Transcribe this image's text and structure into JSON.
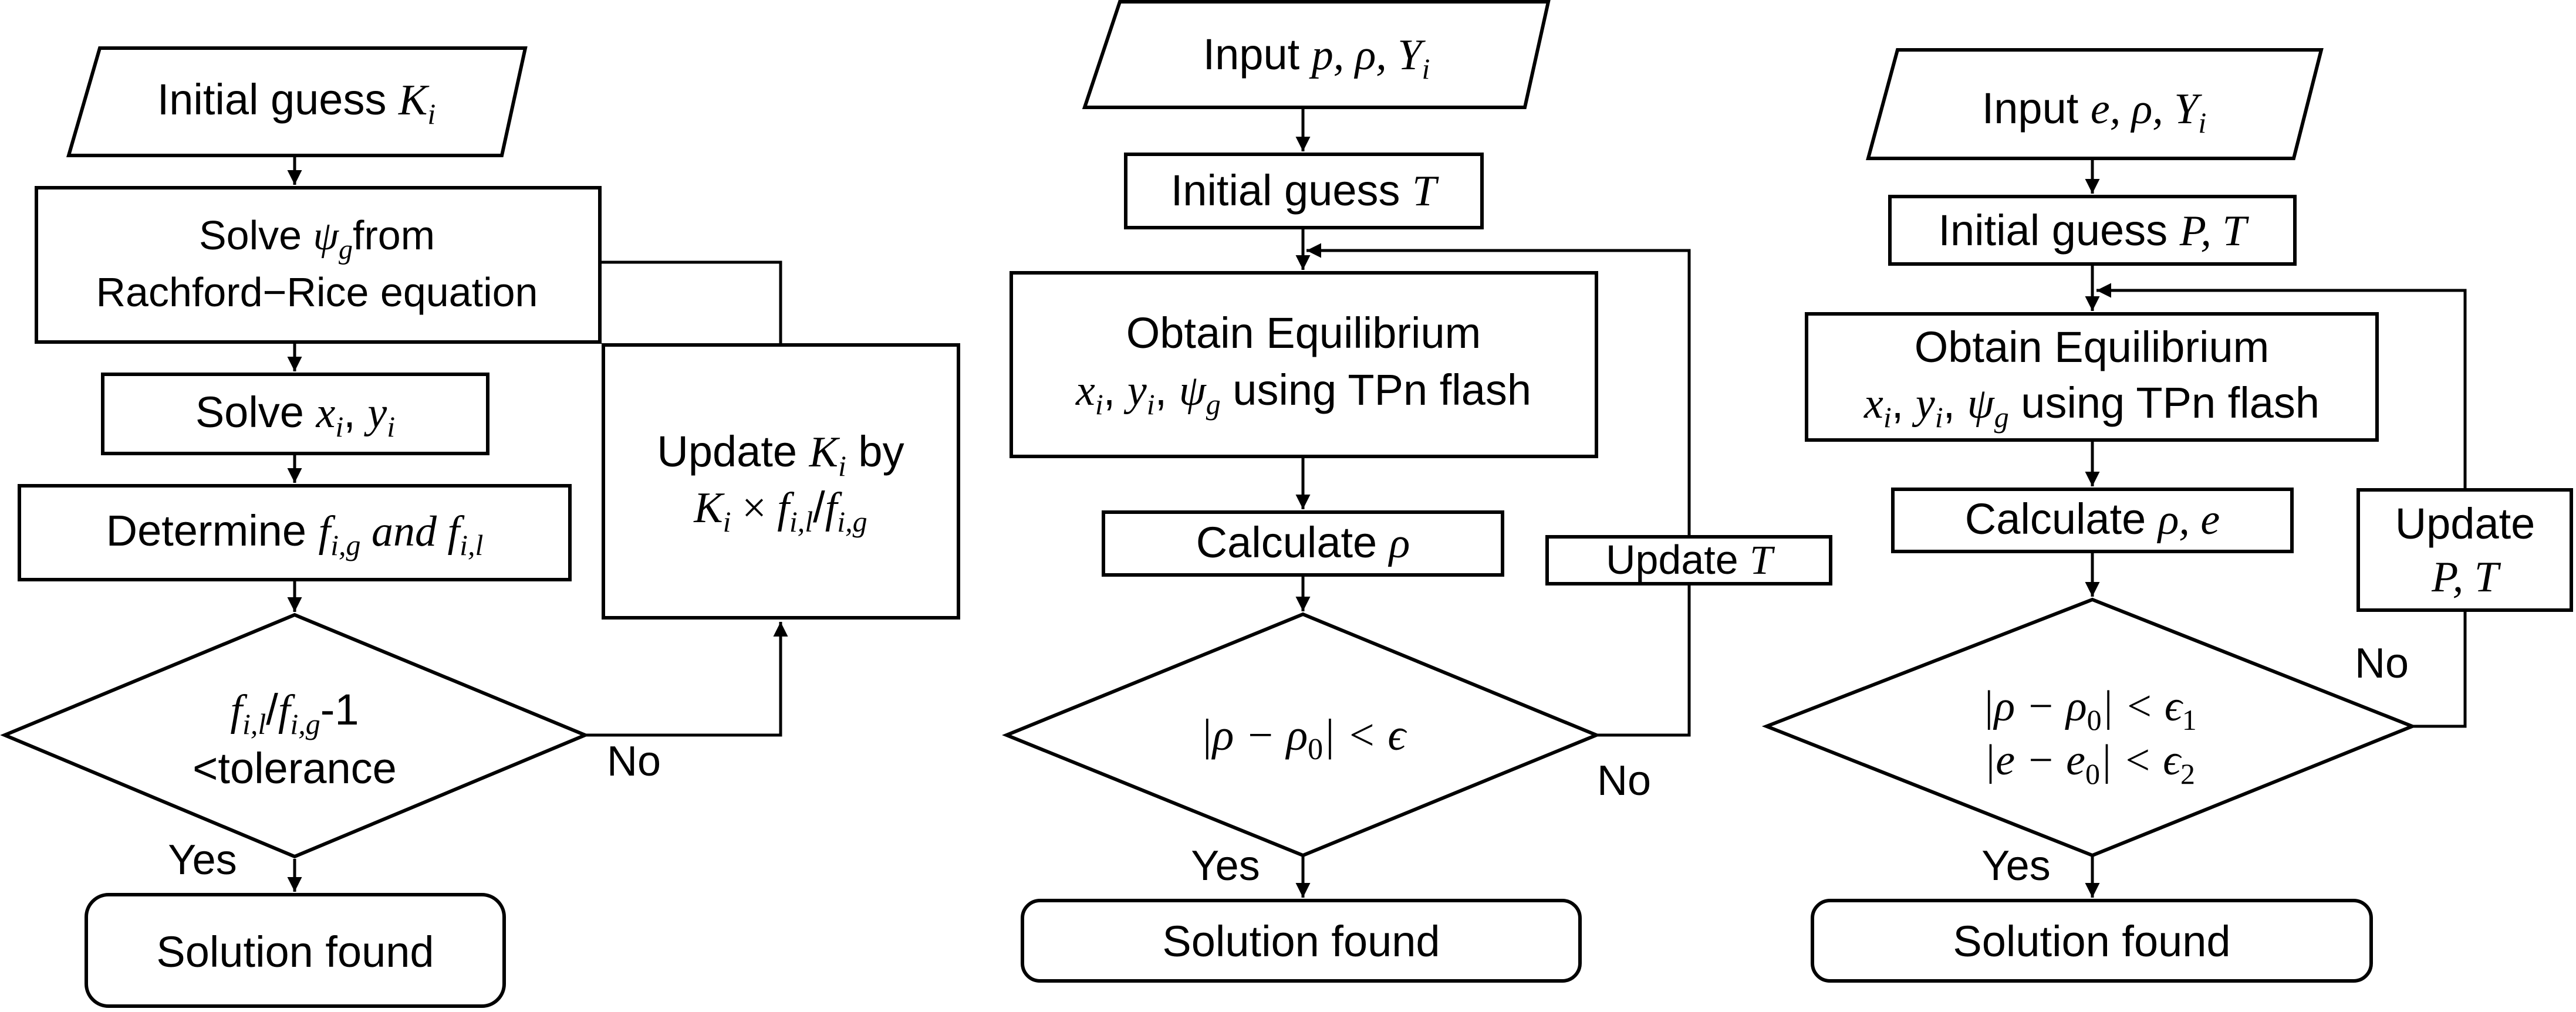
{
  "flowcharts": [
    {
      "name": "fugacity-iteration",
      "input": {
        "text": "Initial guess ",
        "math": "K",
        "sub": "i"
      },
      "step1": {
        "line1_text": "Solve ",
        "line1_math": "ψ",
        "line1_sub": "g",
        "line1_tail": "from",
        "line2": "Rachford−Rice equation"
      },
      "step2": {
        "text": "Solve ",
        "math1": "x",
        "sub1": "i",
        "sep": ", ",
        "math2": "y",
        "sub2": "i"
      },
      "step3": {
        "text": "Determine ",
        "f1": "f",
        "sub1": "i,g",
        "mid": " and ",
        "f2": "f",
        "sub2": "i,l"
      },
      "decision": {
        "line1_f1": "f",
        "line1_sub1": "i,l",
        "line1_slash": "/",
        "line1_f2": "f",
        "line1_sub2": "i,g",
        "line1_tail": "-1",
        "line2": "<tolerance"
      },
      "update": {
        "line1_text": "Update ",
        "line1_math": "K",
        "line1_sub": "i",
        "line1_tail": " by",
        "line2_k": "K",
        "line2_ksub": "i",
        "line2_times": " × ",
        "line2_f1": "f",
        "line2_sub1": "i,l",
        "line2_slash": "/",
        "line2_f2": "f",
        "line2_sub2": "i,g"
      },
      "terminal": "Solution found",
      "yes_label": "Yes",
      "no_label": "No"
    },
    {
      "name": "density-solver",
      "input": {
        "text": "Input ",
        "math": "p, ρ, Y",
        "sub": "i"
      },
      "guess": {
        "text": "Initial guess ",
        "math": "T"
      },
      "equilibrium": {
        "line1": "Obtain Equilibrium",
        "line2_math": "x",
        "line2_sub1": "i",
        "line2_comma1": ", ",
        "line2_y": "y",
        "line2_sub2": "i",
        "line2_comma2": ", ",
        "line2_psi": "ψ",
        "line2_sub3": "g",
        "line2_tail": " using TPn flash"
      },
      "calculate": {
        "text": "Calculate ",
        "math": "ρ"
      },
      "decision": {
        "lhs": "|ρ − ρ",
        "sub": "0",
        "rhs": "| < ϵ"
      },
      "update": {
        "text": "Update ",
        "math": "T"
      },
      "terminal": "Solution found",
      "yes_label": "Yes",
      "no_label": "No"
    },
    {
      "name": "energy-density-solver",
      "input": {
        "text": "Input ",
        "math": "e, ρ, Y",
        "sub": "i"
      },
      "guess": {
        "text": "Initial guess ",
        "math": "P, T"
      },
      "equilibrium": {
        "line1": "Obtain Equilibrium",
        "line2_math": "x",
        "line2_sub1": "i",
        "line2_comma1": ", ",
        "line2_y": "y",
        "line2_sub2": "i",
        "line2_comma2": ", ",
        "line2_psi": "ψ",
        "line2_sub3": "g",
        "line2_tail": " using TPn flash"
      },
      "calculate": {
        "text": "Calculate ",
        "math": "ρ, e"
      },
      "decision": {
        "line1_lhs": "|ρ − ρ",
        "line1_sub": "0",
        "line1_rhs": "| < ϵ",
        "line1_esub": "1",
        "line2_lhs": "|e − e",
        "line2_sub": "0",
        "line2_rhs": "| < ϵ",
        "line2_esub": "2"
      },
      "update": {
        "line1": "Update",
        "line2_math": "P, T"
      },
      "terminal": "Solution found",
      "yes_label": "Yes",
      "no_label": "No"
    }
  ]
}
